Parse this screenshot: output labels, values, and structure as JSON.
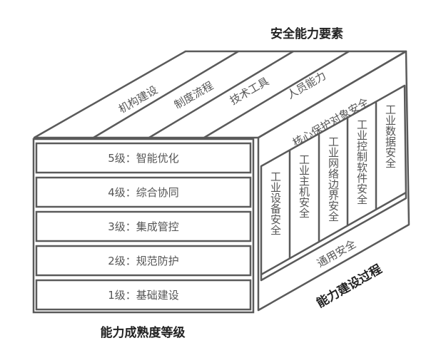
{
  "titles": {
    "elements": "安全能力要素",
    "maturity": "能力成熟度等级",
    "process": "能力建设过程"
  },
  "top_face": [
    "机构建设",
    "制度流程",
    "技术工具",
    "人员能力"
  ],
  "core_band": "核心保护对象安全",
  "columns": [
    "工业设备安全",
    "工业主机安全",
    "工业网络边界安全",
    "工业控制软件安全",
    "工业数据安全"
  ],
  "general_band": "通用安全",
  "levels": [
    "5级：智能优化",
    "4级：综合协同",
    "3级：集成管控",
    "2级：规范防护",
    "1级：基础建设"
  ]
}
